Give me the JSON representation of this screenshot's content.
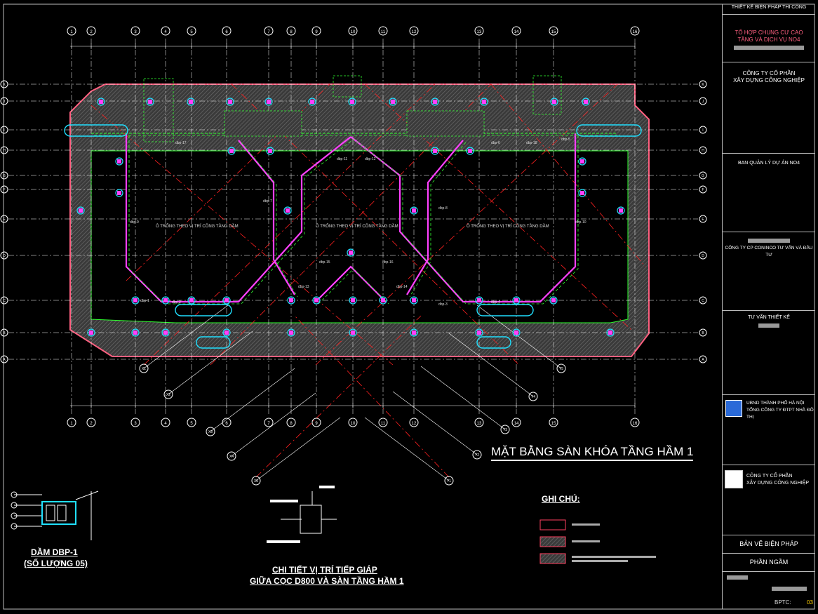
{
  "title": "MẶT BẰNG SÀN KHÓA TẦNG  HẦM 1",
  "grid_columns": [
    "1",
    "2",
    "3",
    "4",
    "5",
    "6",
    "7",
    "8",
    "9",
    "10",
    "11",
    "12",
    "13",
    "14",
    "15",
    "16"
  ],
  "grid_columns_top": [
    "1",
    "2",
    "3",
    "4",
    "5",
    "6",
    "7",
    "8",
    "9",
    "10",
    "11",
    "12",
    "13",
    "14",
    "15",
    "16"
  ],
  "grid_rows": [
    "A",
    "B",
    "C",
    "D",
    "E",
    "F",
    "G",
    "H",
    "I",
    "J",
    "K"
  ],
  "diagonal_axes": [
    "X1",
    "X2",
    "X3",
    "X4",
    "X5",
    "Y1",
    "Y2",
    "Y3",
    "Y4",
    "Y5"
  ],
  "beam_labels": [
    "dbp-1",
    "dbp-2",
    "dbp-3",
    "dbp-4",
    "dbp-5",
    "dbp-6",
    "dbp-7",
    "dbp-8",
    "dbp-9",
    "dbp-10",
    "dbp-11",
    "dbp-12",
    "dbp-13",
    "dbp-14",
    "dbp-15",
    "dbp-16",
    "dbp-17",
    "dbp-18"
  ],
  "zone_labels": [
    "Ô TRỐNG THEO VỊ TRÍ CÔNG TẦNG DẦM",
    "Ô TRỐNG THEO VỊ TRÍ CÔNG TẦNG DẦM",
    "Ô TRỐNG THEO VỊ TRÍ CÔNG TẦNG DẦM"
  ],
  "detail1": {
    "title": "DẦM DBP-1",
    "subtitle": "(SỐ LƯỢNG 05)"
  },
  "detail2": {
    "title": "CHI TIẾT VỊ TRÍ TIẾP GIÁP",
    "subtitle": "GIỮA CỌC D800 VÀ SÀN TẦNG HẦM 1"
  },
  "notes": {
    "title": "GHI CHÚ:"
  },
  "title_block": {
    "header": "THIẾT KẾ BIỆN PHÁP THI CÔNG",
    "project": "TỔ HỢP CHUNG CƯ CAO TẦNG VÀ DỊCH VỤ NO4",
    "company": "CÔNG TY CỔ PHẦN",
    "company2": "XÂY DỰNG CÔNG NGHIỆP",
    "ban_quan_ly": "BAN QUẢN LÝ DỰ ÁN NO4",
    "consultant": "CÔNG TY CP CONINCO TƯ VẤN VÀ ĐẦU TƯ",
    "tu_van": "TƯ VẤN THIẾT KẾ",
    "ubnd": "UBND THÀNH PHỐ HÀ NỘI",
    "tong_cong_ty": "TỔNG CÔNG TY ĐTPT NHÀ ĐÔ THỊ",
    "cty_cp": "CÔNG TY CỔ PHẦN",
    "cty_cp2": "XÂY DỰNG CÔNG NGHIỆP",
    "ban_ve": "BẢN VẼ BIỆN PHÁP",
    "phan_ngam": "PHẦN NGẦM",
    "sheet_label": "BPTC:",
    "sheet_no": "03"
  },
  "colors": {
    "grid": "#ffffff",
    "axis": "#ff2020",
    "beam": "#ff40ff",
    "green": "#30ff30",
    "cyan": "#20e0ff",
    "hatch": "#5a5a5a"
  }
}
